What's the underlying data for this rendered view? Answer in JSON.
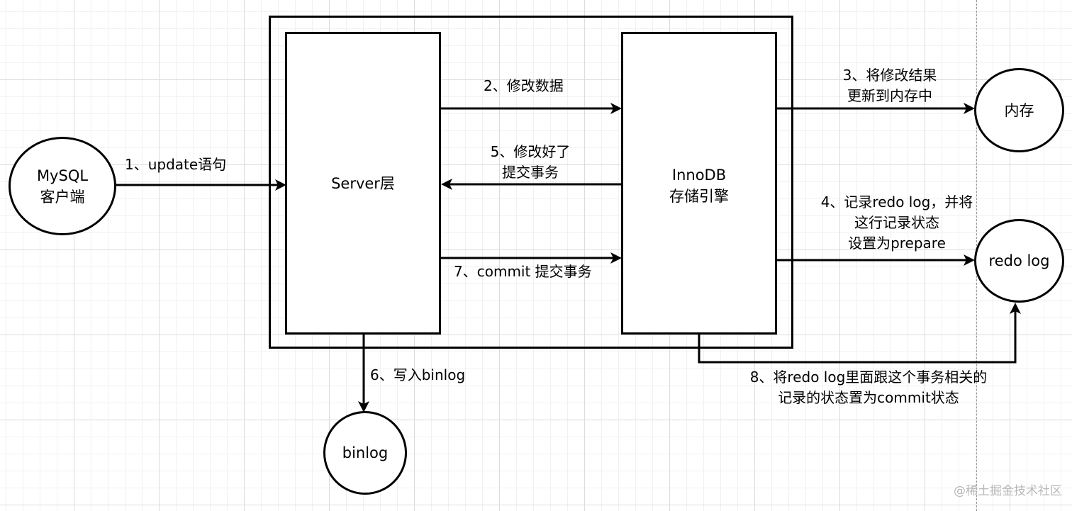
{
  "nodes": {
    "mysql_client": "MySQL\n客户端",
    "server_layer": "Server层",
    "innodb": "InnoDB\n存储引擎",
    "memory": "内存",
    "redo_log": "redo log",
    "binlog": "binlog"
  },
  "edges": {
    "step1": "1、update语句",
    "step2": "2、修改数据",
    "step3": "3、将修改结果\n更新到内存中",
    "step4": "4、记录redo log，并将\n这行记录状态\n设置为prepare",
    "step5": "5、修改好了\n提交事务",
    "step6": "6、写入binlog",
    "step7": "7、commit 提交事务",
    "step8": "8、将redo log里面跟这个事务相关的\n记录的状态置为commit状态"
  },
  "watermark": "@稀土掘金技术社区"
}
